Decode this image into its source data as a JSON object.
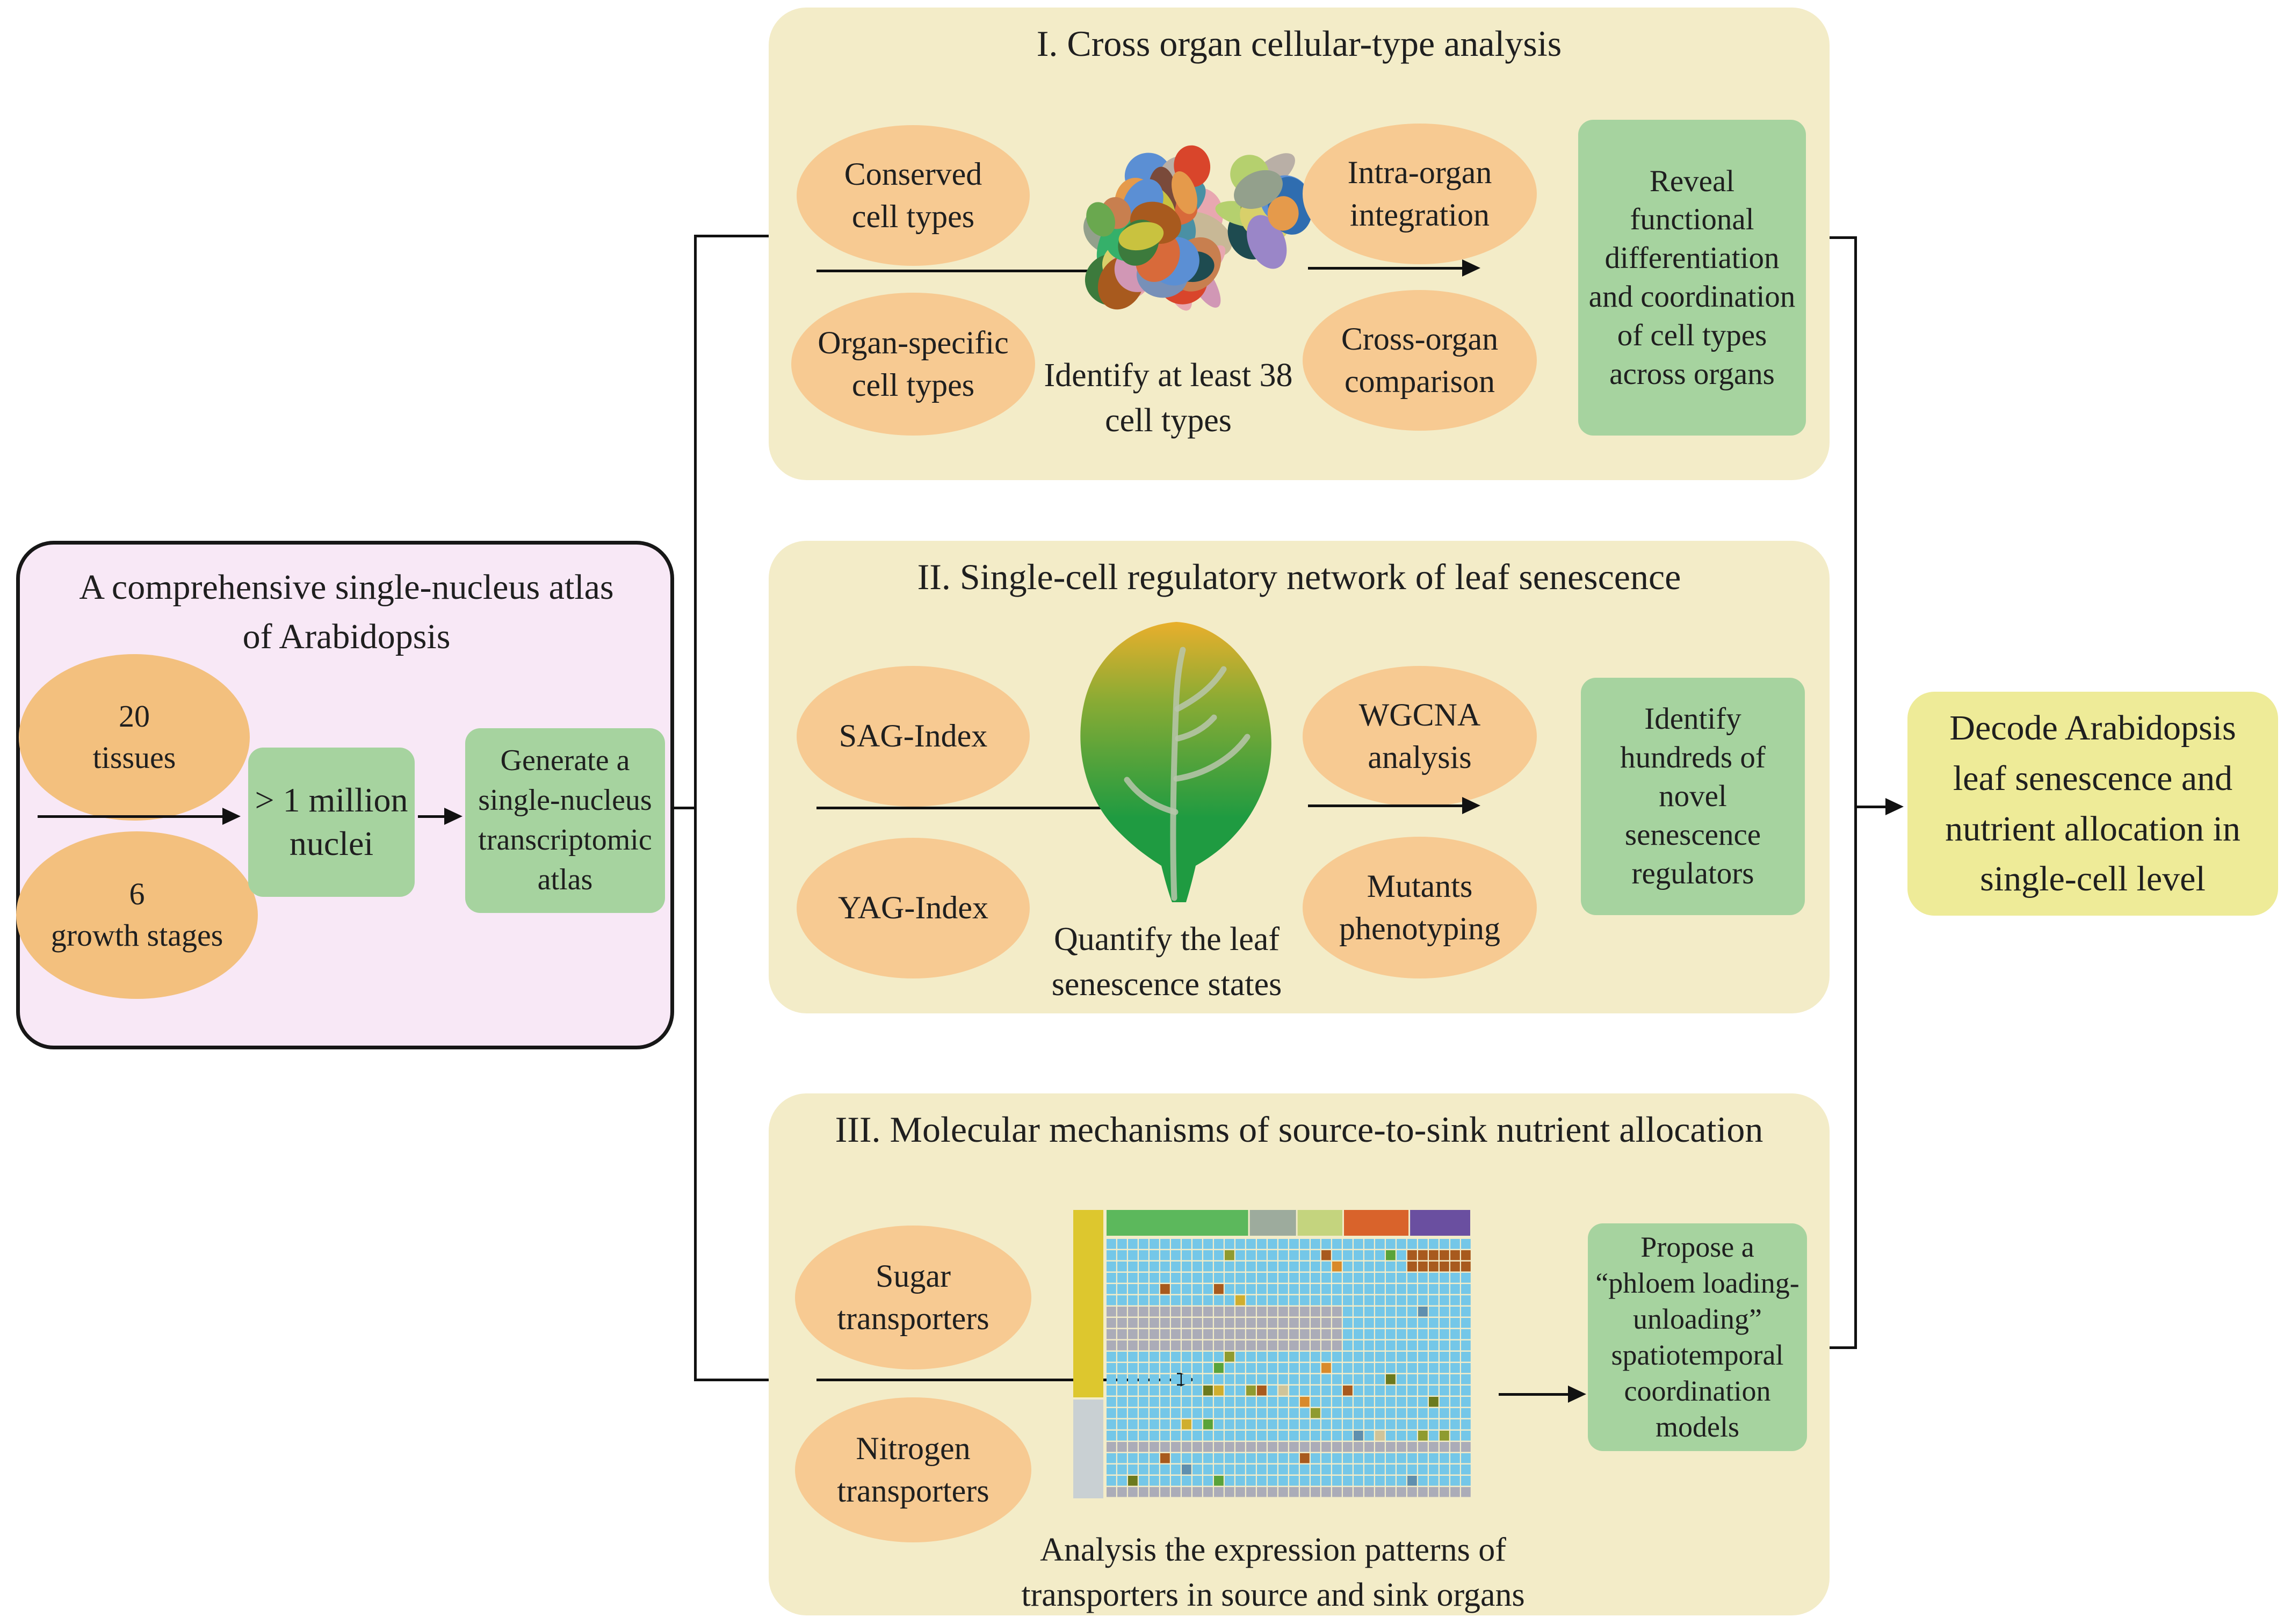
{
  "colors": {
    "page_bg": "#ffffff",
    "panel_cream": "#f3ecc8",
    "pink_panel_bg": "#f8e8f6",
    "pink_panel_border": "#171717",
    "ellipse_orange_panels": "#f7ca92",
    "ellipse_orange_left": "#f3c07e",
    "green_box": "#a6d39f",
    "final_yellow_box": "#eeeb98",
    "text": "#1f1f1f",
    "connector_line": "#111111"
  },
  "left_panel": {
    "title": "A comprehensive single-nucleus atlas\nof Arabidopsis",
    "ellipse_1": "20\ntissues",
    "ellipse_2": "6\ngrowth stages",
    "box_1": "> 1 million\nnuclei",
    "box_2": "Generate a\nsingle-nucleus\ntranscriptomic\natlas"
  },
  "panel_1": {
    "title": "I. Cross organ cellular-type analysis",
    "input_1": "Conserved\ncell types",
    "input_2": "Organ-specific\ncell types",
    "caption": "Identify at least 38\ncell types",
    "output_1": "Intra-organ\nintegration",
    "output_2": "Cross-organ\ncomparison",
    "result": "Reveal\nfunctional\ndifferentiation\nand coordination\nof cell types\nacross organs"
  },
  "panel_2": {
    "title": "II. Single-cell regulatory network of leaf senescence",
    "input_1": "SAG-Index",
    "input_2": "YAG-Index",
    "caption": "Quantify the leaf\nsenescence states",
    "output_1": "WGCNA\nanalysis",
    "output_2": "Mutants\nphenotyping",
    "result": "Identify\nhundreds of\nnovel\nsenescence\nregulators"
  },
  "panel_3": {
    "title": "III. Molecular mechanisms of source-to-sink nutrient allocation",
    "input_1": "Sugar\ntransporters",
    "input_2": "Nitrogen\ntransporters",
    "caption": "Analysis the expression patterns of\ntransporters in source and sink organs",
    "result": "Propose a\n“phloem loading-\nunloading”\nspatiotemporal\ncoordination\nmodels"
  },
  "final_box": "Decode Arabidopsis\nleaf senescence and\nnutrient allocation in\nsingle-cell level",
  "illustrations": {
    "cell_cluster": {
      "description": "umap-like cluster of at least 38 colored cell-type blobs",
      "seed": 7,
      "main_blobs": 58,
      "side_blobs": 12,
      "palette": [
        "#7a4a3a",
        "#e59a4b",
        "#5b8fd4",
        "#7fc9e4",
        "#d9452b",
        "#e8a7b0",
        "#3c7a3c",
        "#b5d06e",
        "#d8d06a",
        "#9a86c8",
        "#7c3fa0",
        "#b9afa6",
        "#8e2f2f",
        "#76882b",
        "#1e4b50",
        "#d197b5",
        "#5a6fbf",
        "#8fc97a",
        "#35b06a",
        "#c8b896",
        "#4a90a4",
        "#93a08c",
        "#cf8fd0",
        "#6aa84f",
        "#c9c23f",
        "#a85a1e",
        "#2f6db0",
        "#7790b8",
        "#c87f4f",
        "#d86a3a"
      ]
    },
    "leaf": {
      "description": "senescing leaf, yellow tip fading to green base",
      "gradient_top": "#e9af2c",
      "gradient_mid": "#8aab34",
      "gradient_bottom": "#1f9b41",
      "vein_color": "#b9c5ab"
    },
    "heatmap": {
      "description": "expression heatmap of transporters across organs",
      "seed": 11,
      "rows": 23,
      "cols": 34,
      "base_cell": "#74c7e8",
      "gray_cell": "#abacb8",
      "sidebar_top": "#ddc72e",
      "sidebar_bottom": "#c9d0d3",
      "header_segments": [
        {
          "color": "#5cb85c",
          "frac": 0.392
        },
        {
          "color": "#9dab9d",
          "frac": 0.131
        },
        {
          "color": "#c4d47e",
          "frac": 0.127
        },
        {
          "color": "#d9632b",
          "frac": 0.181
        },
        {
          "color": "#6a4fa0",
          "frac": 0.169
        }
      ],
      "accents": [
        "#8f9b30",
        "#cfae2f",
        "#6b7a1e",
        "#a85a1e",
        "#5f8fae",
        "#59a33a",
        "#cfc49a",
        "#d98a2b"
      ],
      "brown_block": "#a85a1e",
      "gray_band_rows": [
        6,
        7,
        8,
        9
      ],
      "gray_band_cols": 22,
      "gray_full_rows": [
        18,
        22
      ],
      "accent_prob": 0.05
    }
  }
}
